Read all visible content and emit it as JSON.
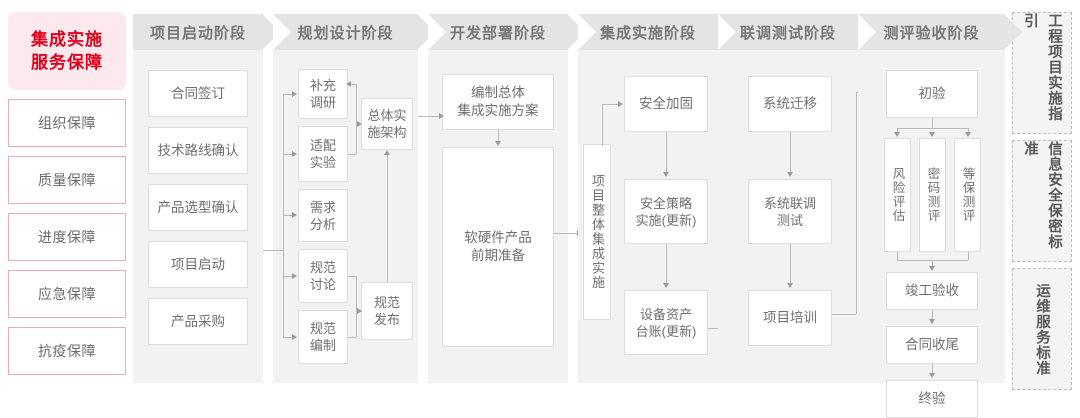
{
  "sidebar": {
    "title_lines": [
      "集成实施",
      "服务保障"
    ],
    "title_color": "#e2001a",
    "title_bg": "#fce9ed",
    "items": [
      {
        "label": "组织保障"
      },
      {
        "label": "质量保障"
      },
      {
        "label": "进度保障"
      },
      {
        "label": "应急保障"
      },
      {
        "label": "抗疫保障"
      }
    ]
  },
  "phases": [
    {
      "name": "项目启动阶段",
      "nodes": [
        {
          "label": "合同签订"
        },
        {
          "label": "技术路线确认"
        },
        {
          "label": "产品选型确认"
        },
        {
          "label": "项目启动"
        },
        {
          "label": "产品采购"
        }
      ]
    },
    {
      "name": "规划设计阶段",
      "nodes": [
        {
          "label": "补充\n调研"
        },
        {
          "label": "适配\n实验"
        },
        {
          "label": "需求\n分析"
        },
        {
          "label": "规范\n讨论"
        },
        {
          "label": "规范\n编制"
        },
        {
          "label": "总体实\n施架构"
        },
        {
          "label": "规范\n发布"
        }
      ]
    },
    {
      "name": "开发部署阶段",
      "nodes": [
        {
          "label": "编制总体\n集成实施方案"
        },
        {
          "label": "软硬件产品\n前期准备"
        }
      ]
    },
    {
      "name": "集成实施阶段",
      "nodes": [
        {
          "label": "项目整体集成实施"
        },
        {
          "label": "安全加固"
        },
        {
          "label": "安全策略\n实施(更新)"
        },
        {
          "label": "设备资产\n台账(更新)"
        }
      ]
    },
    {
      "name": "联调测试阶段",
      "nodes": [
        {
          "label": "系统迁移"
        },
        {
          "label": "系统联调\n测试"
        },
        {
          "label": "项目培训"
        }
      ]
    },
    {
      "name": "测评验收阶段",
      "nodes": [
        {
          "label": "初验"
        },
        {
          "label": "风险评估"
        },
        {
          "label": "密码测评"
        },
        {
          "label": "等保测评"
        },
        {
          "label": "竣工验收"
        },
        {
          "label": "合同收尾"
        },
        {
          "label": "终验"
        }
      ]
    }
  ],
  "standards_rail": [
    {
      "label": "工程项目实施指引"
    },
    {
      "label": "信息安全保密标准"
    },
    {
      "label": "运维服务标准"
    }
  ],
  "colors": {
    "accent": "#e2001a",
    "accent_soft": "#fce9ed",
    "accent_border": "#e8a9b8",
    "column_bg": "#f2f2f2",
    "header_bg": "#e4e4e4",
    "node_border": "#dcdcdc",
    "connector": "#b9b9b9",
    "text": "#6b6b6b"
  }
}
